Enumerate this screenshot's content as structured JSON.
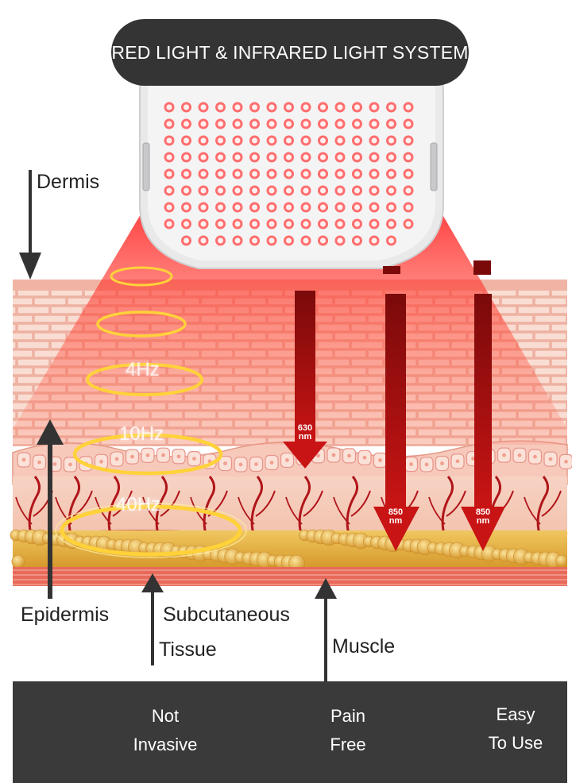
{
  "title": "RED LIGHT & INFRARED LIGHT SYSTEM",
  "layers": {
    "dermis": "Dermis",
    "epidermis": "Epidermis",
    "subcutaneous_line1": "Subcutaneous",
    "subcutaneous_line2": "Tissue",
    "muscle": "Muscle"
  },
  "frequencies": [
    "4Hz",
    "10Hz",
    "40Hz"
  ],
  "wavelengths": [
    {
      "value": "630",
      "unit": "nm"
    },
    {
      "value": "850",
      "unit": "nm"
    },
    {
      "value": "850",
      "unit": "nm"
    }
  ],
  "features": [
    {
      "line1": "Not",
      "line2": "Invasive",
      "icon": "no-needle-icon"
    },
    {
      "line1": "Pain",
      "line2": "Free",
      "icon": "lightning-burst-icon"
    },
    {
      "line1": "Easy",
      "line2": "To Use",
      "icon": "hand-icon"
    }
  ],
  "colors": {
    "title_bg": "#343434",
    "footer_bg": "#3a3a3a",
    "led_red": "#ee3b3b",
    "arrow_red": "#a30f0f",
    "fat_yellow": "#e8b442"
  }
}
